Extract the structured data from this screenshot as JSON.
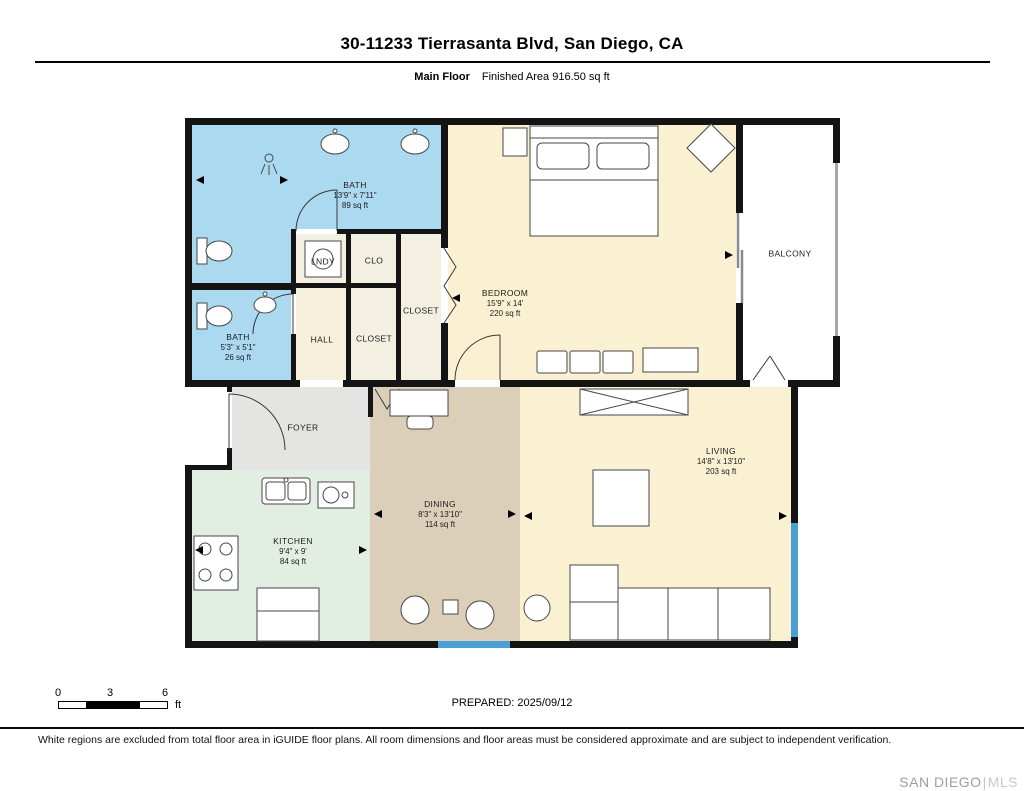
{
  "header": {
    "title": "30-11233 Tierrasanta Blvd, San Diego, CA",
    "floor_label": "Main Floor",
    "area_label": "Finished Area 916.50 sq ft"
  },
  "rooms": {
    "bath1": {
      "name": "BATH",
      "dims": "13'9\" x 7'11\"",
      "area": "89 sq ft"
    },
    "bath2": {
      "name": "BATH",
      "dims": "5'3\" x 5'1\"",
      "area": "26 sq ft"
    },
    "lndy": {
      "name": "LNDY"
    },
    "clo": {
      "name": "CLO"
    },
    "closet_a": {
      "name": "CLOSET"
    },
    "closet_b": {
      "name": "CLOSET"
    },
    "hall": {
      "name": "HALL"
    },
    "bedroom": {
      "name": "BEDROOM",
      "dims": "15'9\" x 14'",
      "area": "220 sq ft"
    },
    "balcony": {
      "name": "BALCONY"
    },
    "foyer": {
      "name": "FOYER"
    },
    "kitchen": {
      "name": "KITCHEN",
      "dims": "9'4\" x 9'",
      "area": "84 sq ft"
    },
    "dining": {
      "name": "DINING",
      "dims": "8'3\" x 13'10\"",
      "area": "114 sq ft"
    },
    "living": {
      "name": "LIVING",
      "dims": "14'8\" x 13'10\"",
      "area": "203 sq ft"
    }
  },
  "colors": {
    "wall": "#141414",
    "bath": "#abd9f0",
    "cream": "#faf1d3",
    "dining": "#dccfb9",
    "kitchen": "#e3eee3",
    "foyer": "#e4e4e2",
    "hall": "#f6efdc",
    "closet": "#f3efe1",
    "balcony": "#ffffff",
    "window": "#4a9fd4"
  },
  "footer": {
    "scale_ticks": [
      "0",
      "3",
      "6"
    ],
    "scale_unit": "ft",
    "prepared": "PREPARED: 2025/09/12",
    "disclaimer": "White regions are excluded from total floor area in iGUIDE floor plans. All room dimensions and floor areas must be considered approximate and are subject to independent verification.",
    "watermark_primary": "SAN DIEGO",
    "watermark_divider": "|",
    "watermark_secondary": "MLS"
  }
}
